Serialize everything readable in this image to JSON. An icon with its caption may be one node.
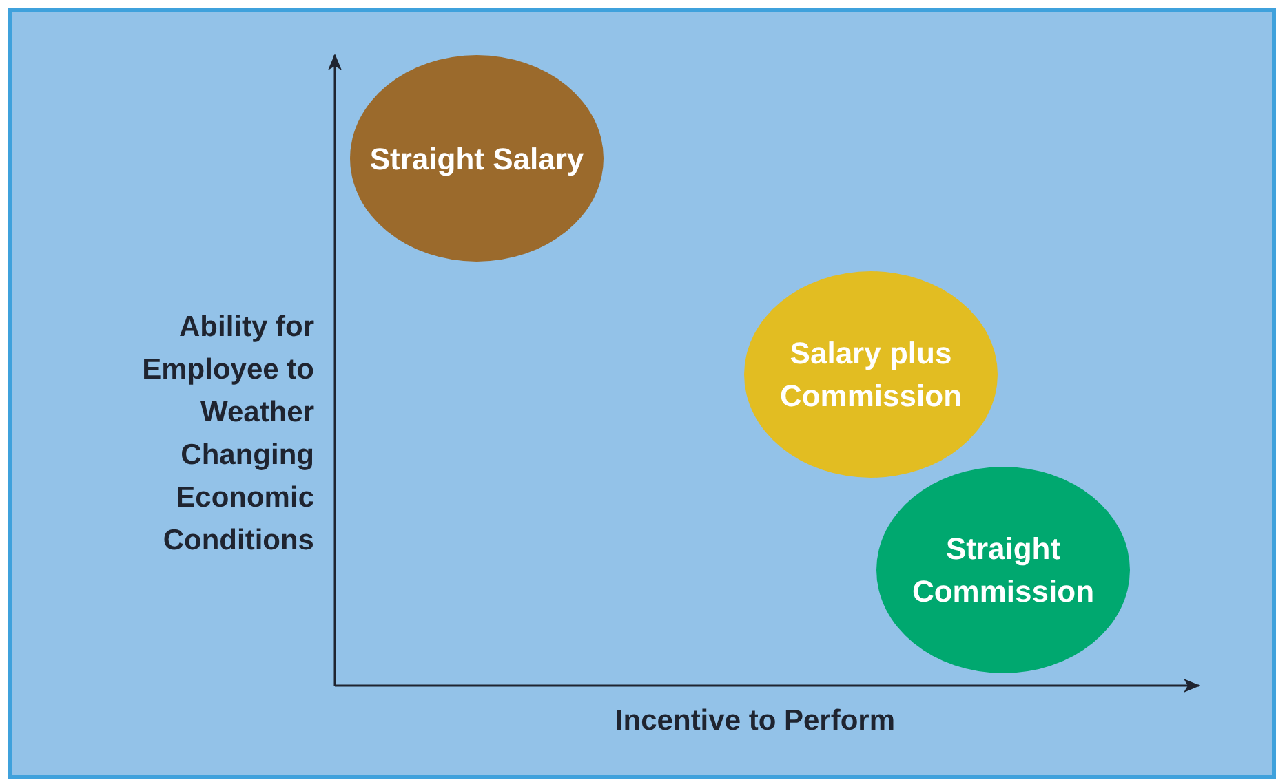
{
  "diagram": {
    "nodes": [
      {
        "text": [
          "Straight Salary"
        ]
      },
      {
        "text": [
          "Salary plus Commission"
        ]
      },
      {
        "text": [
          "Straight Commission"
        ]
      }
    ],
    "labels": [
      "Ability for Employee to Weather Changing Economic Conditions",
      "Incentive to Perform"
    ]
  }
}
